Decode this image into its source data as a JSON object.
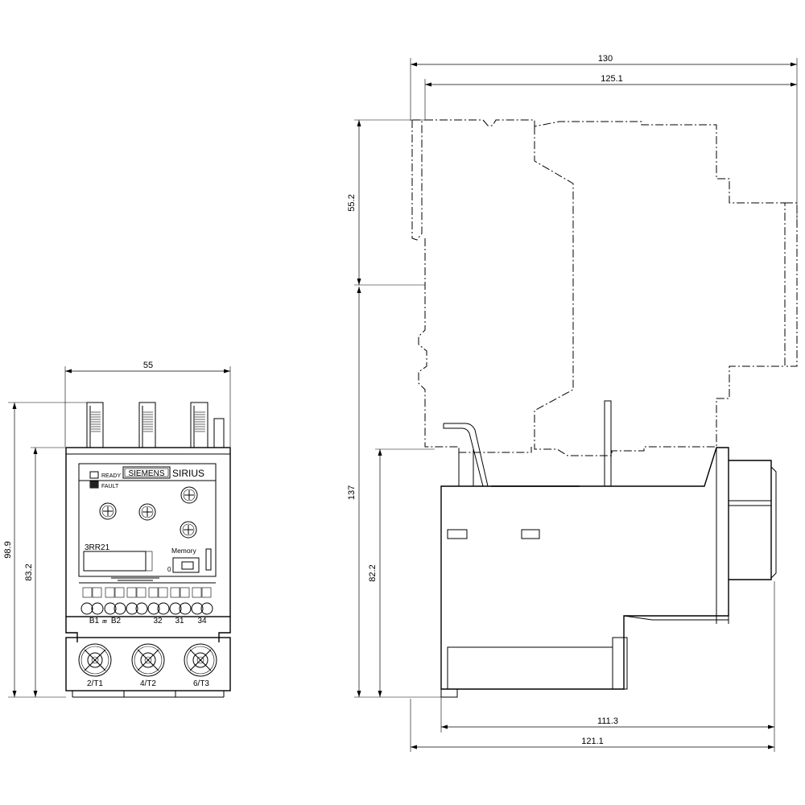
{
  "front_view": {
    "dimensions": {
      "width": "55",
      "height_total": "98.9",
      "height_body": "83.2"
    },
    "brand": "SIEMENS",
    "product_line": "SIRIUS",
    "model": "3RR21",
    "leds": {
      "ready": "READY",
      "fault": "FAULT"
    },
    "memory_label": "Memory",
    "memory_switch_value": "0",
    "aux_terminal_labels": [
      "B1",
      "B2",
      "32",
      "31",
      "34"
    ],
    "aux_small_mark": "æ",
    "main_terminal_labels": [
      "2/T1",
      "4/T2",
      "6/T3"
    ]
  },
  "side_view": {
    "dimensions": {
      "depth_total": "130",
      "depth_body": "125.1",
      "upper_height": "55.2",
      "height_total": "137",
      "lower_height": "82.2",
      "depth_bottom_a": "111.3",
      "depth_bottom_b": "121.1"
    }
  }
}
